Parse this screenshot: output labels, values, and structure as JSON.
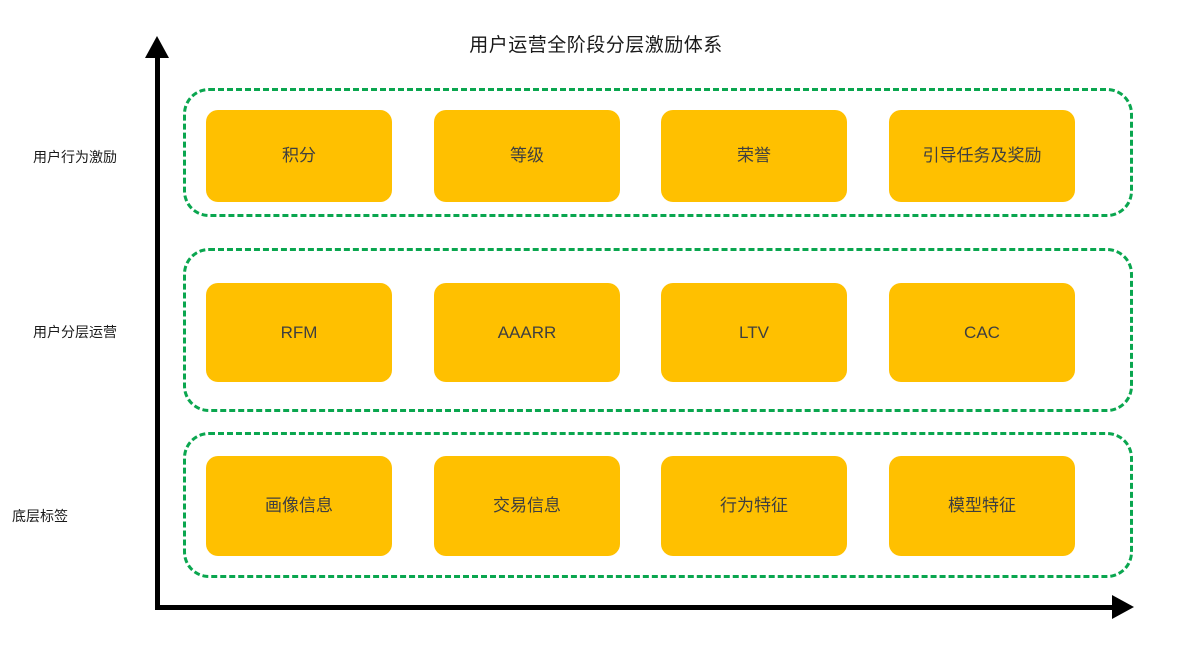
{
  "title": "用户运营全阶段分层激励体系",
  "axes": {
    "y_arrow_icon": "arrow-up-icon",
    "x_arrow_icon": "arrow-right-icon"
  },
  "colors": {
    "box_fill": "#FFC000",
    "group_border": "#0AA64F",
    "box_text": "#3F3F3F",
    "axis": "#000000",
    "title_text": "#1A1A1A"
  },
  "rows": [
    {
      "label": "用户行为激励",
      "items": [
        {
          "label": "积分"
        },
        {
          "label": "等级"
        },
        {
          "label": "荣誉"
        },
        {
          "label": "引导任务及奖励"
        }
      ]
    },
    {
      "label": "用户分层运营",
      "items": [
        {
          "label": "RFM"
        },
        {
          "label": "AAARR"
        },
        {
          "label": "LTV"
        },
        {
          "label": "CAC"
        }
      ]
    },
    {
      "label": "底层标签",
      "items": [
        {
          "label": "画像信息"
        },
        {
          "label": "交易信息"
        },
        {
          "label": "行为特征"
        },
        {
          "label": "模型特征"
        }
      ]
    }
  ]
}
